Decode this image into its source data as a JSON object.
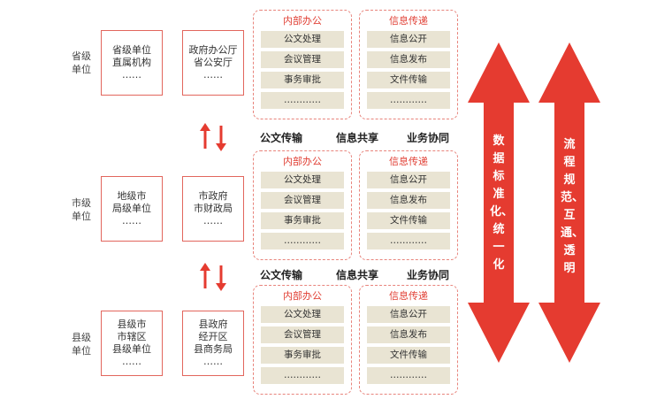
{
  "levels": [
    {
      "label_line1": "省级",
      "label_line2": "单位",
      "box1_lines": [
        "省级单位",
        "直属机构",
        "……"
      ],
      "box2_lines": [
        "政府办公厅",
        "省公安厅",
        "……"
      ],
      "panel_internal": {
        "title": "内部办公",
        "items": [
          "公文处理",
          "会议管理",
          "事务审批",
          "…………"
        ]
      },
      "panel_info": {
        "title": "信息传递",
        "items": [
          "信息公开",
          "信息发布",
          "文件传输",
          "…………"
        ]
      }
    },
    {
      "label_line1": "市级",
      "label_line2": "单位",
      "box1_lines": [
        "地级市",
        "局级单位",
        "……"
      ],
      "box2_lines": [
        "市政府",
        "市财政局",
        "……"
      ],
      "panel_internal": {
        "title": "内部办公",
        "items": [
          "公文处理",
          "会议管理",
          "事务审批",
          "…………"
        ]
      },
      "panel_info": {
        "title": "信息传递",
        "items": [
          "信息公开",
          "信息发布",
          "文件传输",
          "…………"
        ]
      }
    },
    {
      "label_line1": "县级",
      "label_line2": "单位",
      "box1_lines": [
        "县级市",
        "市辖区",
        "县级单位",
        "……"
      ],
      "box2_lines": [
        "县政府",
        "经开区",
        "县商务局",
        "……"
      ],
      "panel_internal": {
        "title": "内部办公",
        "items": [
          "公文处理",
          "会议管理",
          "事务审批",
          "…………"
        ]
      },
      "panel_info": {
        "title": "信息传递",
        "items": [
          "信息公开",
          "信息发布",
          "文件传输",
          "…………"
        ]
      }
    }
  ],
  "connector_bars": [
    {
      "items": [
        "公文传输",
        "信息共享",
        "业务协同"
      ]
    },
    {
      "items": [
        "公文传输",
        "信息共享",
        "业务协同"
      ]
    }
  ],
  "big_arrows": [
    {
      "label": "数据标准化、统一化"
    },
    {
      "label": "流程规范、互通、透明"
    }
  ],
  "colors": {
    "accent": "#e53b30",
    "item_bg": "#e9e4d3",
    "panel_border": "#e8847c"
  }
}
